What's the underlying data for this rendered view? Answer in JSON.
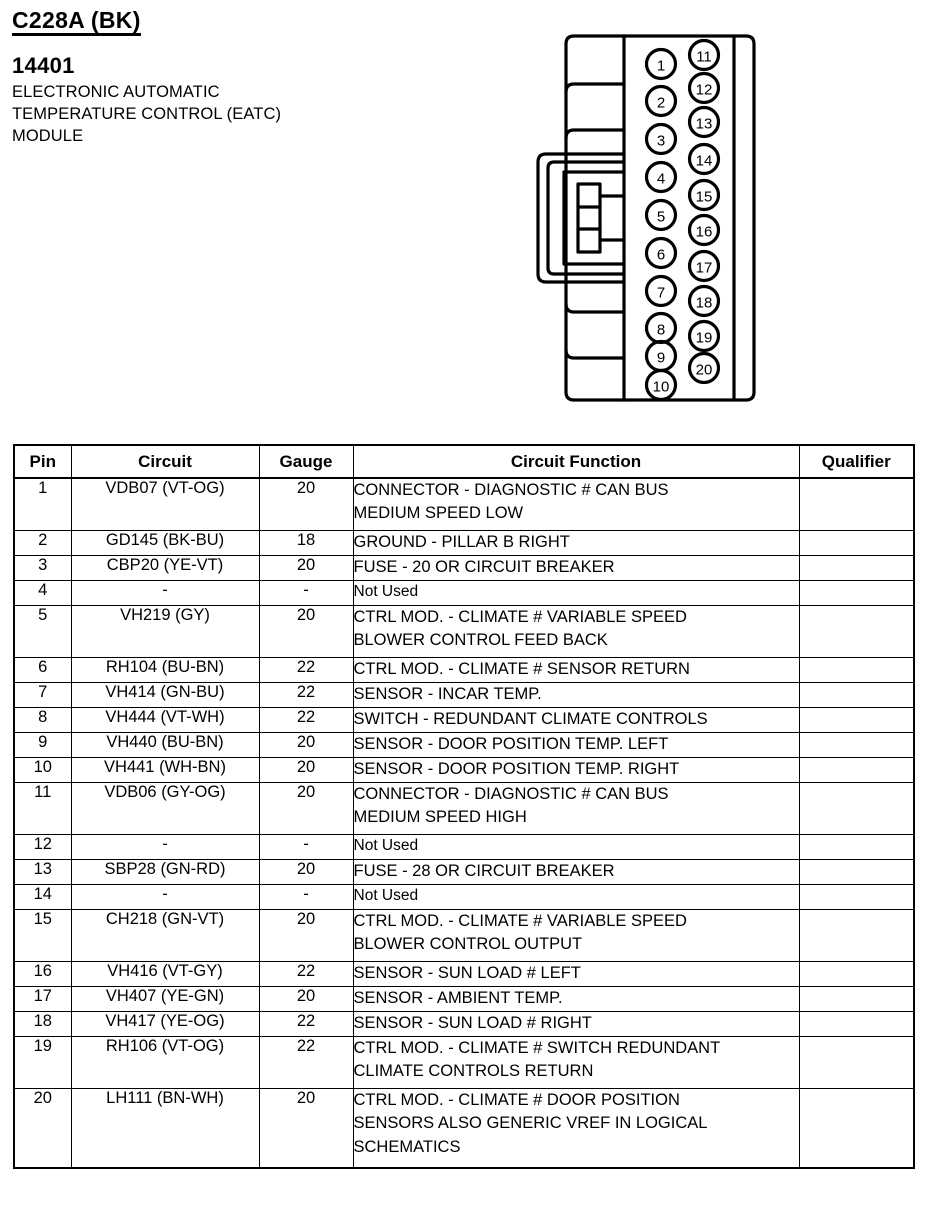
{
  "header": {
    "connector_title": "C228A (BK)",
    "part_number": "14401",
    "description_lines": [
      "ELECTRONIC AUTOMATIC",
      "TEMPERATURE CONTROL (EATC)",
      "MODULE"
    ]
  },
  "connector": {
    "label": "20-way connector face view",
    "left_column_pins": [
      "1",
      "2",
      "3",
      "4",
      "5",
      "6",
      "7",
      "8",
      "9",
      "10"
    ],
    "right_column_pins": [
      "11",
      "12",
      "13",
      "14",
      "15",
      "16",
      "17",
      "18",
      "19",
      "20"
    ]
  },
  "table": {
    "headers": {
      "pin": "Pin",
      "circuit": "Circuit",
      "gauge": "Gauge",
      "function": "Circuit Function",
      "qualifier": "Qualifier"
    },
    "rows": [
      {
        "pin": "1",
        "circuit": "VDB07 (VT-OG)",
        "gauge": "20",
        "function_lines": [
          "CONNECTOR - DIAGNOSTIC # CAN BUS",
          "MEDIUM SPEED LOW"
        ],
        "qualifier": "",
        "not_used": false
      },
      {
        "pin": "2",
        "circuit": "GD145 (BK-BU)",
        "gauge": "18",
        "function_lines": [
          "GROUND - PILLAR B RIGHT"
        ],
        "qualifier": "",
        "not_used": false
      },
      {
        "pin": "3",
        "circuit": "CBP20 (YE-VT)",
        "gauge": "20",
        "function_lines": [
          "FUSE - 20 OR CIRCUIT BREAKER"
        ],
        "qualifier": "",
        "not_used": false
      },
      {
        "pin": "4",
        "circuit": "-",
        "gauge": "-",
        "function_lines": [
          "Not Used"
        ],
        "qualifier": "",
        "not_used": true
      },
      {
        "pin": "5",
        "circuit": "VH219 (GY)",
        "gauge": "20",
        "function_lines": [
          "CTRL MOD. - CLIMATE # VARIABLE SPEED",
          "BLOWER CONTROL FEED BACK"
        ],
        "qualifier": "",
        "not_used": false
      },
      {
        "pin": "6",
        "circuit": "RH104 (BU-BN)",
        "gauge": "22",
        "function_lines": [
          "CTRL MOD. - CLIMATE # SENSOR RETURN"
        ],
        "qualifier": "",
        "not_used": false
      },
      {
        "pin": "7",
        "circuit": "VH414 (GN-BU)",
        "gauge": "22",
        "function_lines": [
          "SENSOR - INCAR TEMP."
        ],
        "qualifier": "",
        "not_used": false
      },
      {
        "pin": "8",
        "circuit": "VH444 (VT-WH)",
        "gauge": "22",
        "function_lines": [
          "SWITCH - REDUNDANT CLIMATE CONTROLS"
        ],
        "qualifier": "",
        "not_used": false
      },
      {
        "pin": "9",
        "circuit": "VH440 (BU-BN)",
        "gauge": "20",
        "function_lines": [
          "SENSOR - DOOR POSITION TEMP. LEFT"
        ],
        "qualifier": "",
        "not_used": false
      },
      {
        "pin": "10",
        "circuit": "VH441 (WH-BN)",
        "gauge": "20",
        "function_lines": [
          "SENSOR - DOOR POSITION TEMP. RIGHT"
        ],
        "qualifier": "",
        "not_used": false
      },
      {
        "pin": "11",
        "circuit": "VDB06 (GY-OG)",
        "gauge": "20",
        "function_lines": [
          "CONNECTOR - DIAGNOSTIC # CAN BUS",
          "MEDIUM SPEED HIGH"
        ],
        "qualifier": "",
        "not_used": false
      },
      {
        "pin": "12",
        "circuit": "-",
        "gauge": "-",
        "function_lines": [
          "Not Used"
        ],
        "qualifier": "",
        "not_used": true
      },
      {
        "pin": "13",
        "circuit": "SBP28 (GN-RD)",
        "gauge": "20",
        "function_lines": [
          "FUSE - 28 OR CIRCUIT BREAKER"
        ],
        "qualifier": "",
        "not_used": false
      },
      {
        "pin": "14",
        "circuit": "-",
        "gauge": "-",
        "function_lines": [
          "Not Used"
        ],
        "qualifier": "",
        "not_used": true
      },
      {
        "pin": "15",
        "circuit": "CH218 (GN-VT)",
        "gauge": "20",
        "function_lines": [
          "CTRL MOD. - CLIMATE # VARIABLE SPEED",
          "BLOWER CONTROL OUTPUT"
        ],
        "qualifier": "",
        "not_used": false
      },
      {
        "pin": "16",
        "circuit": "VH416 (VT-GY)",
        "gauge": "22",
        "function_lines": [
          "SENSOR - SUN LOAD # LEFT"
        ],
        "qualifier": "",
        "not_used": false
      },
      {
        "pin": "17",
        "circuit": "VH407 (YE-GN)",
        "gauge": "20",
        "function_lines": [
          "SENSOR - AMBIENT TEMP."
        ],
        "qualifier": "",
        "not_used": false
      },
      {
        "pin": "18",
        "circuit": "VH417 (YE-OG)",
        "gauge": "22",
        "function_lines": [
          "SENSOR - SUN LOAD # RIGHT"
        ],
        "qualifier": "",
        "not_used": false
      },
      {
        "pin": "19",
        "circuit": "RH106 (VT-OG)",
        "gauge": "22",
        "function_lines": [
          "CTRL MOD. - CLIMATE # SWITCH REDUNDANT",
          "CLIMATE CONTROLS RETURN"
        ],
        "qualifier": "",
        "not_used": false
      },
      {
        "pin": "20",
        "circuit": "LH111 (BN-WH)",
        "gauge": "20",
        "function_lines": [
          "CTRL MOD. - CLIMATE # DOOR POSITION",
          "SENSORS ALSO GENERIC VREF IN LOGICAL",
          "SCHEMATICS"
        ],
        "qualifier": "",
        "not_used": false
      }
    ]
  }
}
